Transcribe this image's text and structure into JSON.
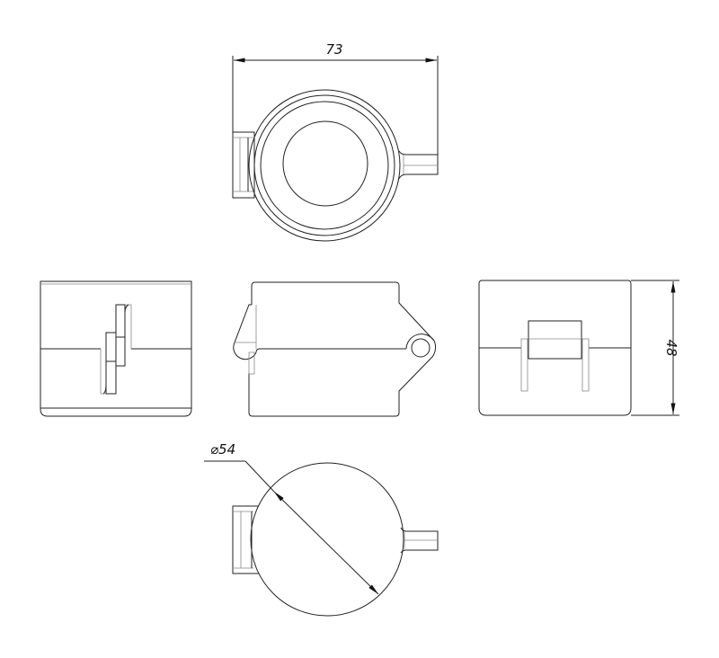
{
  "dimensions": {
    "width": "73",
    "height": "48",
    "diameter": "⌀54"
  },
  "views": [
    "top-view",
    "left-view",
    "front-view",
    "right-view",
    "bottom-view"
  ],
  "colors": {
    "line": "#222222",
    "background": "#ffffff"
  }
}
